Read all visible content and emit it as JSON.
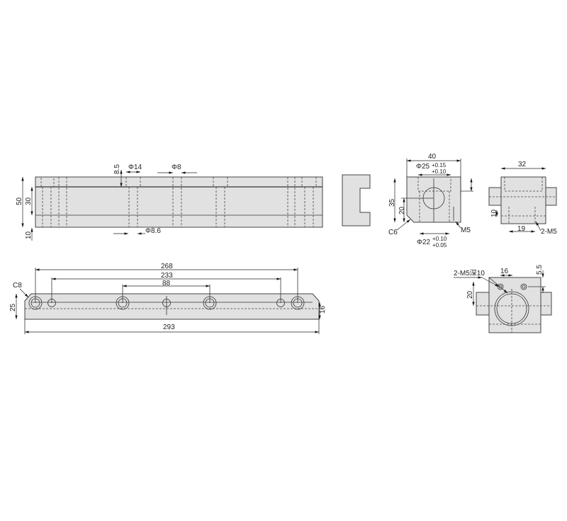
{
  "front_view": {
    "h50": "50",
    "h30": "30",
    "h10": "10",
    "d8_5": "8.5",
    "phi14": "Φ14",
    "phi8": "Φ8",
    "phi8_6": "Φ8.6"
  },
  "end_view": {
    "w40": "40",
    "phi25": "Φ25",
    "tol25_up": "+0.15",
    "tol25_low": "+0.10",
    "h35": "35",
    "h20": "20",
    "c6": "C6",
    "m5": "M5",
    "phi22": "Φ22",
    "tol22_up": "+0.10",
    "tol22_low": "+0.05"
  },
  "side_view": {
    "w32": "32",
    "h10": "10",
    "w19": "19",
    "m5x2": "2-M5"
  },
  "plan_view": {
    "l268": "268",
    "l233": "233",
    "l88": "88",
    "c8": "C8",
    "h25": "25",
    "h16": "16",
    "l293": "293"
  },
  "top_view": {
    "thread": "2-M5深10",
    "w16": "16",
    "h20": "20",
    "h5_5": "5.5"
  }
}
